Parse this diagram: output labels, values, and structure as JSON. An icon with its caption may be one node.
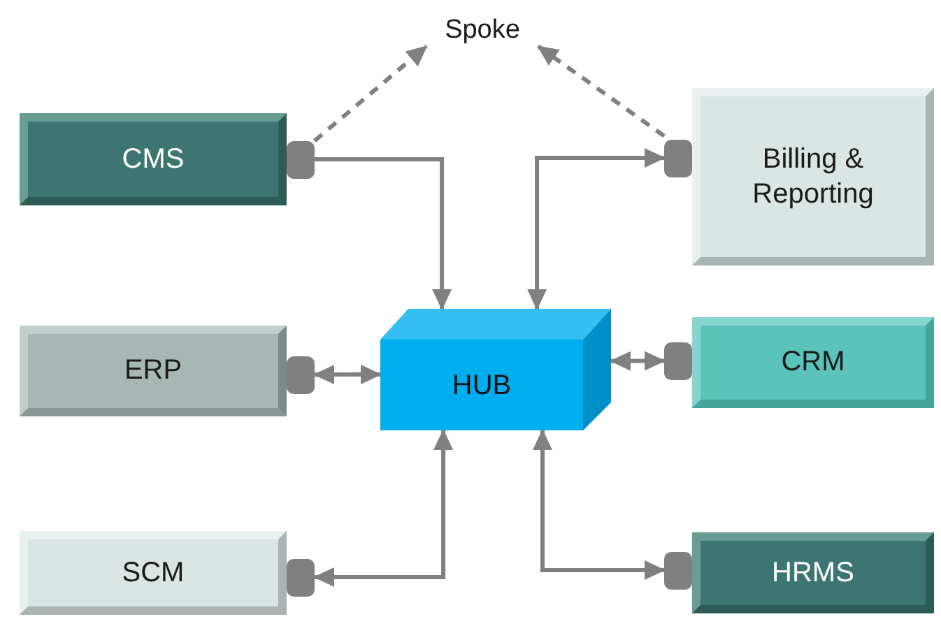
{
  "diagram": {
    "nodes": [
      {
        "text": [
          "Spoke"
        ]
      },
      {
        "text": [
          "CMS"
        ]
      },
      {
        "text": [
          "Billing & Reporting"
        ]
      },
      {
        "text": [
          "ERP"
        ]
      },
      {
        "text": [
          "HUB"
        ]
      },
      {
        "text": [
          "CRM"
        ]
      },
      {
        "text": [
          "SCM"
        ]
      },
      {
        "text": [
          "HRMS"
        ]
      }
    ],
    "edges": [
      {
        "from": 1,
        "to": 0,
        "arrow": "to",
        "style": "dashed"
      },
      {
        "from": 2,
        "to": 0,
        "arrow": "to",
        "style": "dashed"
      },
      {
        "from": 1,
        "to": 4,
        "arrow": "to"
      },
      {
        "from": 2,
        "to": 4,
        "arrow": "both"
      },
      {
        "from": 3,
        "to": 4,
        "arrow": "both"
      },
      {
        "from": 5,
        "to": 4,
        "arrow": "both"
      },
      {
        "from": 6,
        "to": 4,
        "arrow": "both"
      },
      {
        "from": 7,
        "to": 4,
        "arrow": "both"
      }
    ]
  }
}
